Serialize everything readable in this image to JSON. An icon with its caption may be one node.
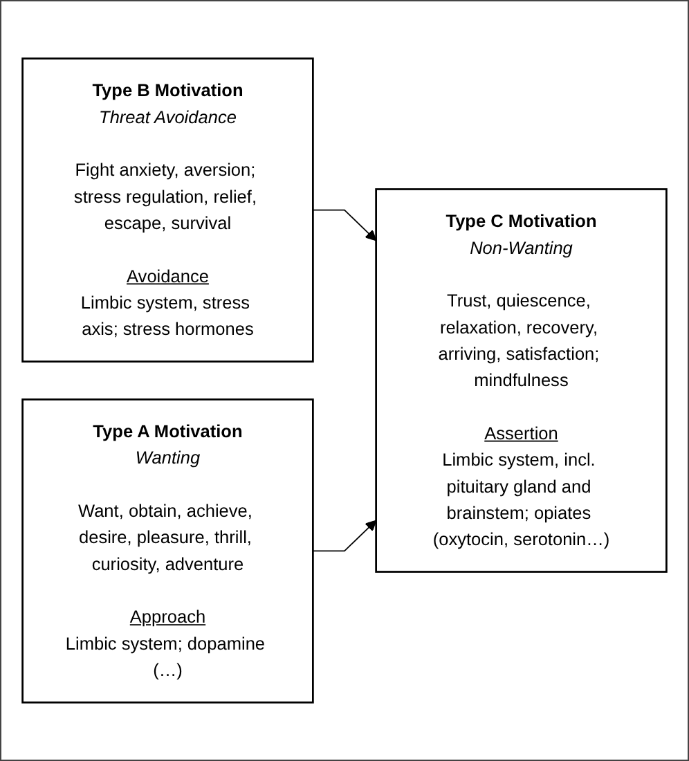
{
  "diagram": {
    "nodes": [
      {
        "text": [
          "Type B Motivation",
          "Threat Avoidance",
          "Fight anxiety, aversion; stress regulation, relief, escape, survival",
          "Avoidance",
          "Limbic system, stress axis; stress hormones"
        ]
      },
      {
        "text": [
          "Type A Motivation",
          "Wanting",
          "Want, obtain, achieve, desire, pleasure, thrill, curiosity, adventure",
          "Approach",
          "Limbic system; dopamine (…)"
        ]
      },
      {
        "text": [
          "Type C Motivation",
          "Non-Wanting",
          "Trust, quiescence, relaxation, recovery, arriving, satisfaction; mindfulness",
          "Assertion",
          "Limbic system, incl. pituitary gland and brainstem; opiates (oxytocin, serotonin…)"
        ]
      }
    ],
    "edges": [
      {
        "from": 0,
        "to": 2,
        "arrow": "to"
      },
      {
        "from": 1,
        "to": 2,
        "arrow": "to"
      }
    ]
  }
}
